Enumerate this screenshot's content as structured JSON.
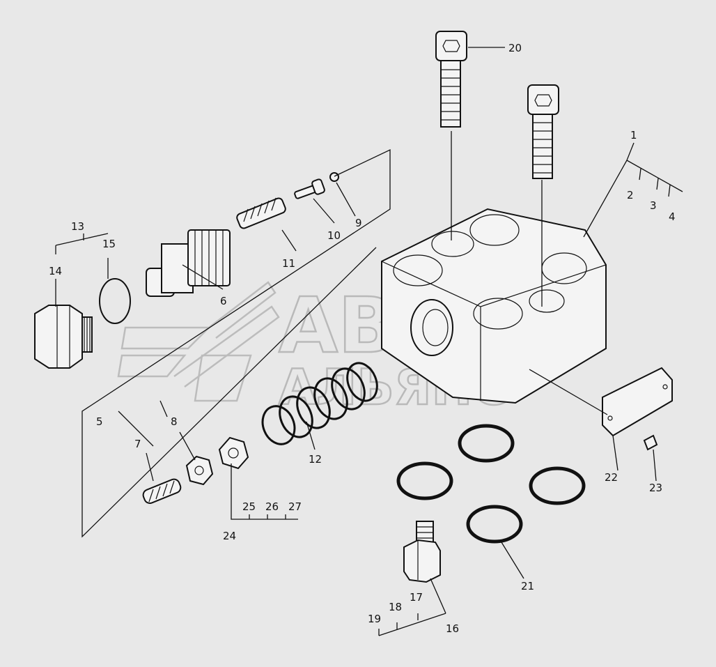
{
  "watermark": {
    "line1": "АВТО",
    "line2": "АЛЬЯНС"
  },
  "callouts": [
    "1",
    "2",
    "3",
    "4",
    "5",
    "6",
    "7",
    "8",
    "9",
    "10",
    "11",
    "12",
    "13",
    "14",
    "15",
    "16",
    "17",
    "18",
    "19",
    "20",
    "21",
    "22",
    "23",
    "24",
    "25",
    "26",
    "27"
  ],
  "colors": {
    "background": "#e8e8e8",
    "ink": "#111111",
    "watermark": "#b9b9b9"
  }
}
